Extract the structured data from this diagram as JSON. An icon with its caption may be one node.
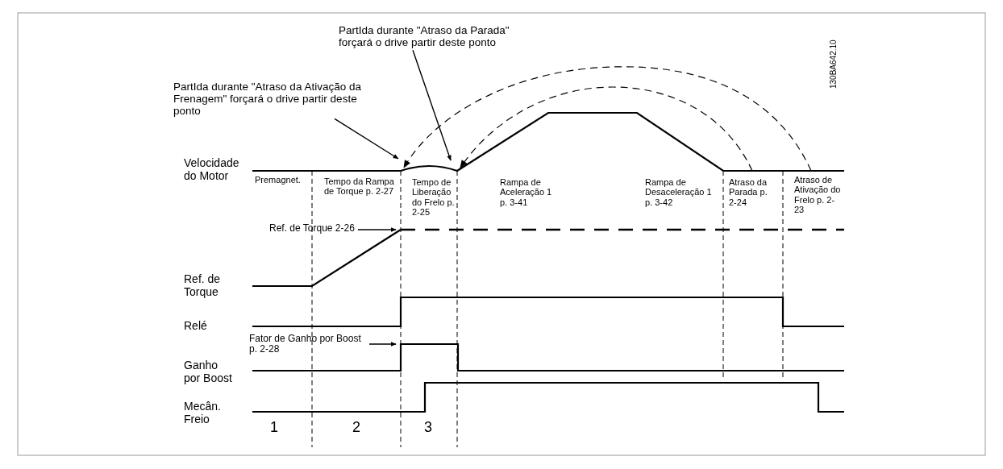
{
  "diagram": {
    "nodes": [
      {
        "text": [
          "PartIda durante \"Atraso da Parada\" forçará o drive partir deste ponto"
        ]
      },
      {
        "text": [
          "PartIda durante \"Atraso da Ativação da Frenagem\" forçará o drive partir deste ponto"
        ]
      },
      {
        "text": [
          "Ref. de Torque 2-26"
        ]
      },
      {
        "text": [
          "Fator de Ganho por Boost p. 2-28"
        ]
      }
    ],
    "edges": [
      {
        "from": 0,
        "to": null,
        "arrow": "to"
      },
      {
        "from": 1,
        "to": null,
        "arrow": "to"
      },
      {
        "from": 2,
        "to": null,
        "arrow": "to"
      },
      {
        "from": 3,
        "to": null,
        "arrow": "to"
      }
    ],
    "labels": [
      "130BA642.10",
      "Velocidade do Motor",
      "Premagnet.",
      "Tempo da Rampa de Torque p. 2-27",
      "Tempo de Liberação do Frelo p. 2-25",
      "Rampa de Aceleração 1 p. 3-41",
      "Rampa de Desaceleração 1 p. 3-42",
      "Atraso da Parada p. 2-24",
      "Atraso de Ativação do Frelo p. 2-23",
      "Ref. de Torque",
      "Relé",
      "Ganho por Boost",
      "Mecân. Freio",
      "1",
      "2",
      "3"
    ]
  }
}
